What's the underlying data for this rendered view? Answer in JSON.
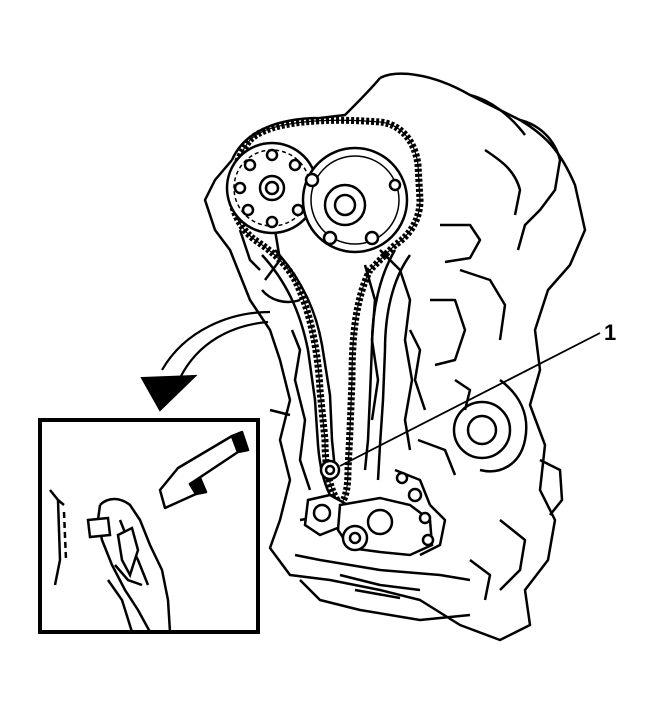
{
  "figure": {
    "callouts": [
      {
        "label": "1",
        "target": "chain-tensioner-bolt"
      }
    ],
    "detail_view": {
      "content": "tensioner-release-detail",
      "arrow_direction": "down-left"
    },
    "colors": {
      "line": "#000000",
      "background": "#ffffff"
    }
  }
}
